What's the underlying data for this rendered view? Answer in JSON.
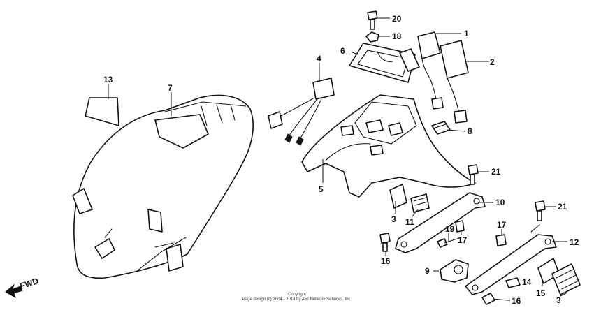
{
  "callouts": [
    {
      "id": "1",
      "label": "1"
    },
    {
      "id": "2",
      "label": "2"
    },
    {
      "id": "3a",
      "label": "3"
    },
    {
      "id": "3b",
      "label": "3"
    },
    {
      "id": "4",
      "label": "4"
    },
    {
      "id": "5",
      "label": "5"
    },
    {
      "id": "6",
      "label": "6"
    },
    {
      "id": "7",
      "label": "7"
    },
    {
      "id": "8",
      "label": "8"
    },
    {
      "id": "9",
      "label": "9"
    },
    {
      "id": "10",
      "label": "10"
    },
    {
      "id": "11",
      "label": "11"
    },
    {
      "id": "12",
      "label": "12"
    },
    {
      "id": "13",
      "label": "13"
    },
    {
      "id": "14",
      "label": "14"
    },
    {
      "id": "15",
      "label": "15"
    },
    {
      "id": "16a",
      "label": "16"
    },
    {
      "id": "16b",
      "label": "16"
    },
    {
      "id": "17a",
      "label": "17"
    },
    {
      "id": "17b",
      "label": "17"
    },
    {
      "id": "18",
      "label": "18"
    },
    {
      "id": "19",
      "label": "19"
    },
    {
      "id": "20",
      "label": "20"
    },
    {
      "id": "21a",
      "label": "21"
    },
    {
      "id": "21b",
      "label": "21"
    }
  ],
  "fwd_label": "FWD",
  "copyright": {
    "line1": "Copyright",
    "line2": "Page design (c) 2004 - 2014 by ARI Network Services, Inc."
  }
}
